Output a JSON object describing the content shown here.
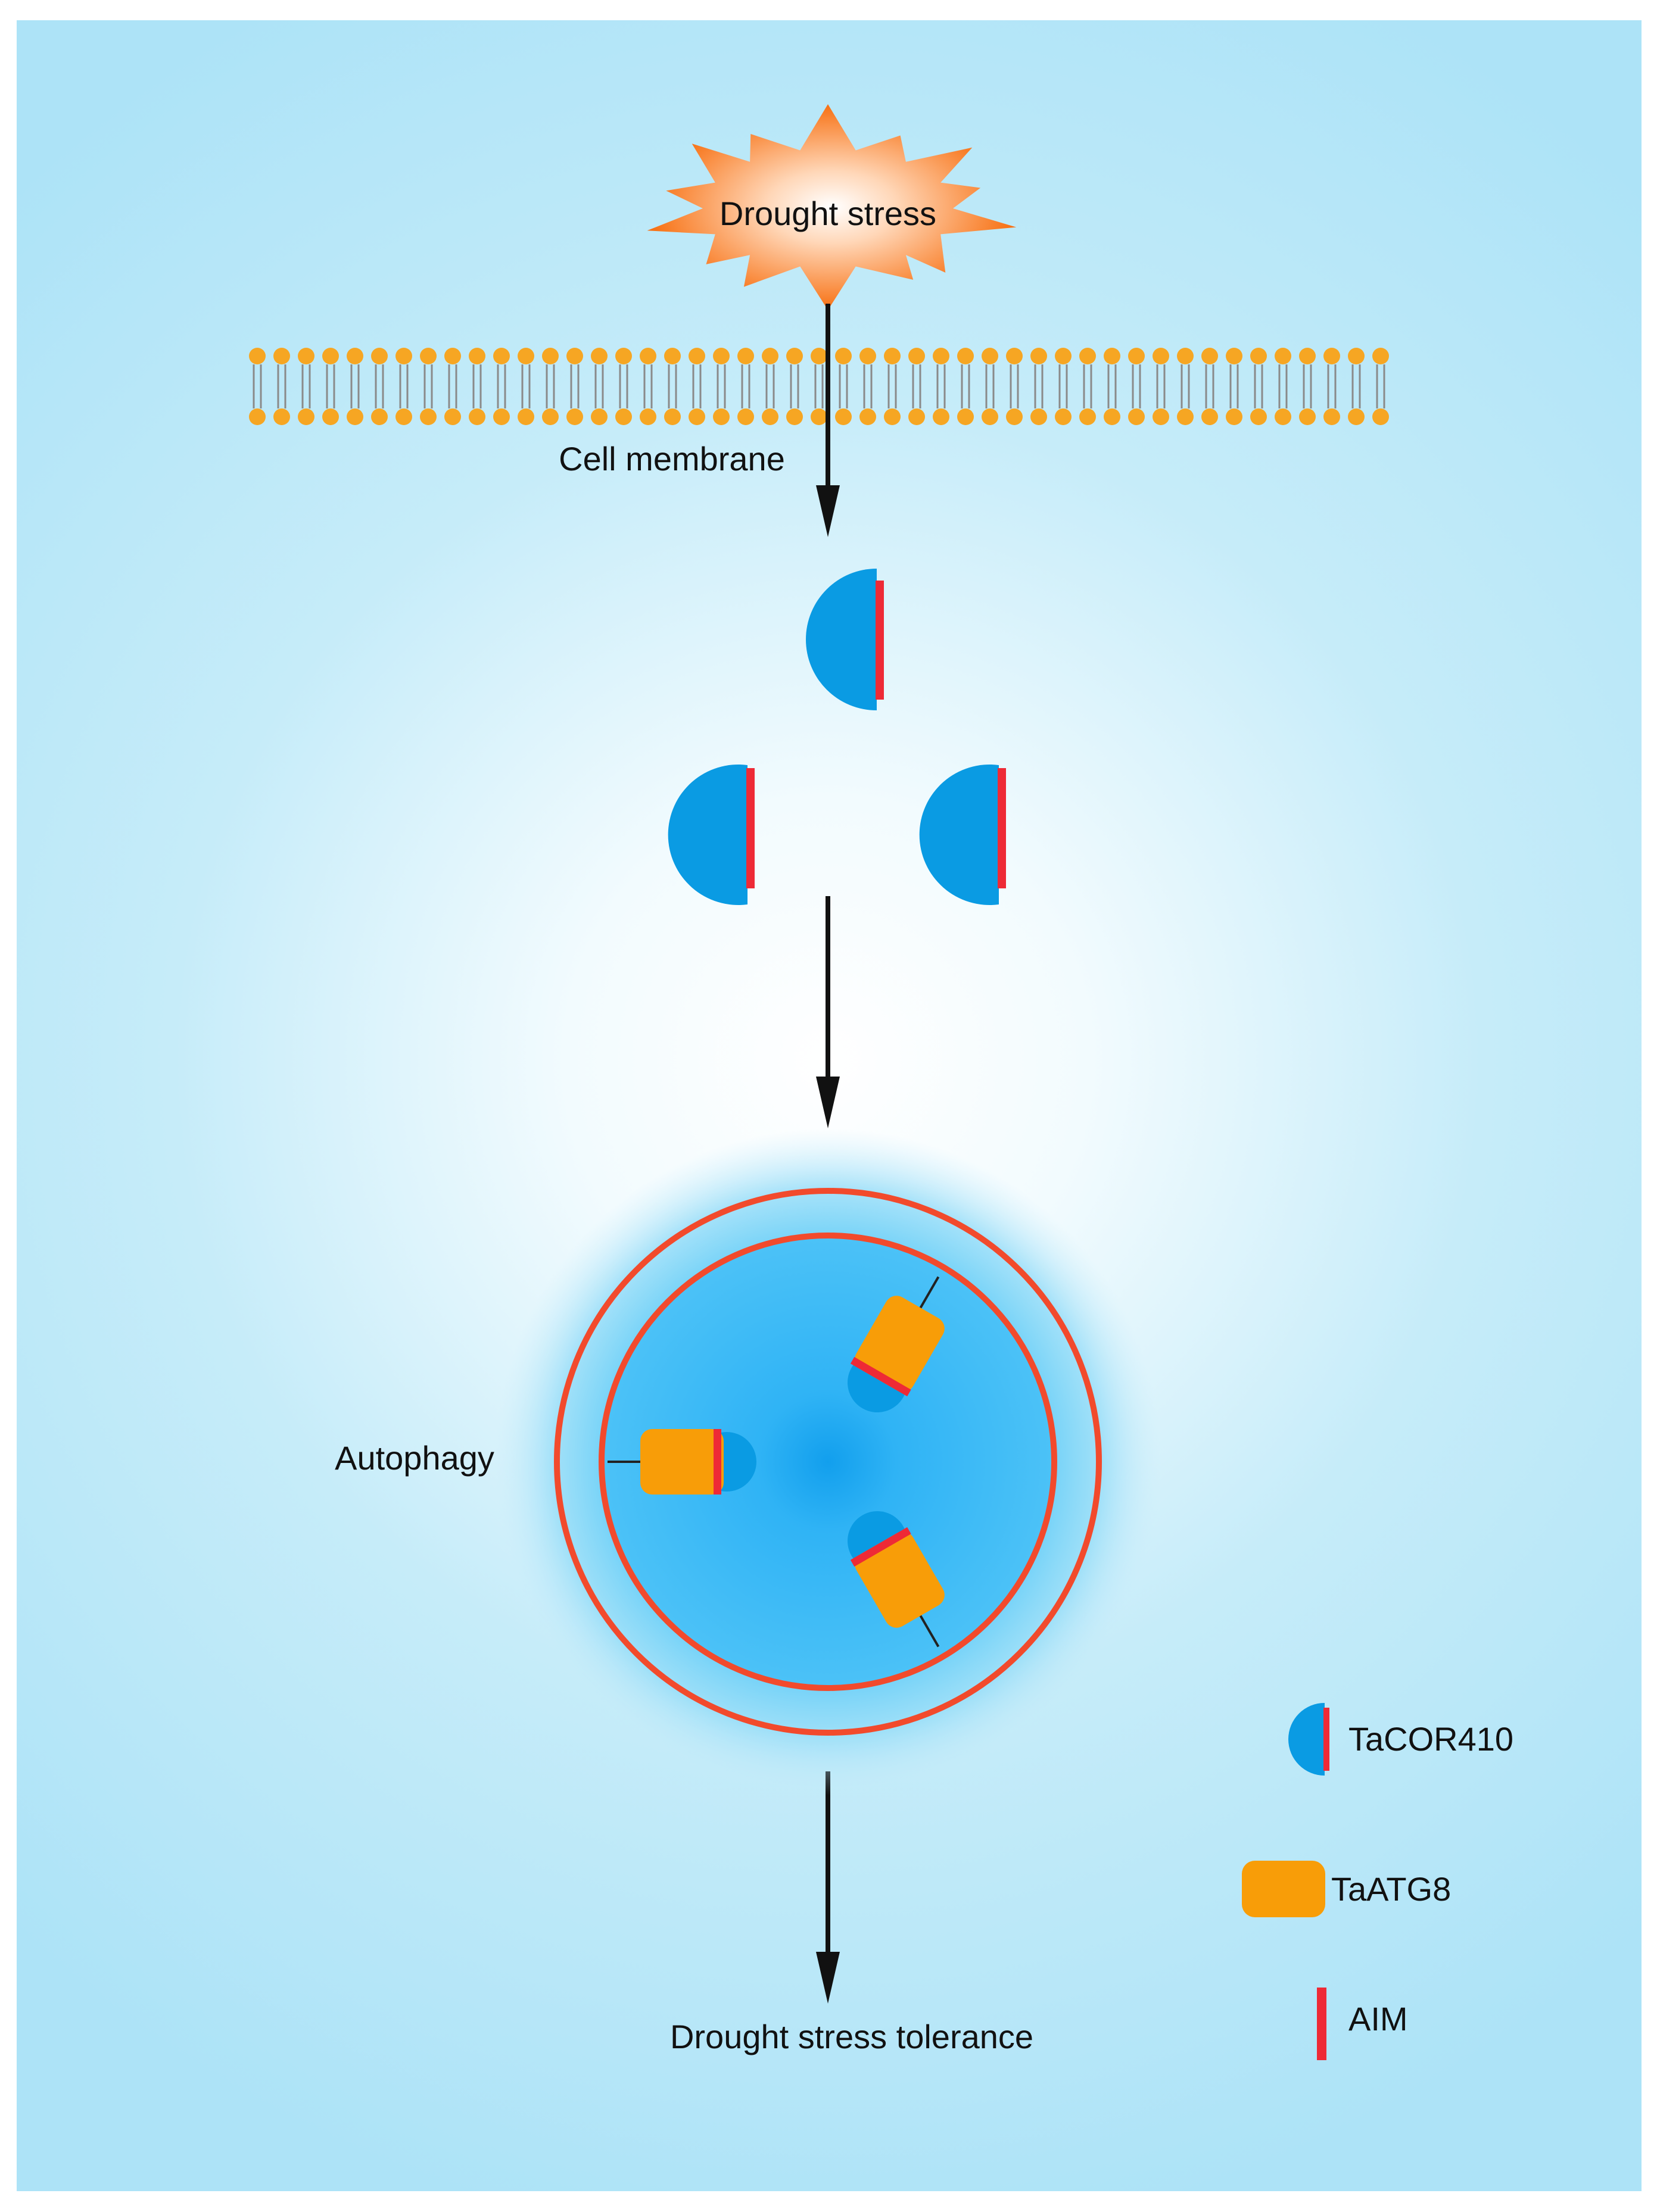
{
  "stimulus": {
    "label": "Drought stress"
  },
  "membrane": {
    "label": "Cell membrane"
  },
  "process": {
    "label": "Autophagy"
  },
  "outcome": {
    "label": "Drought stress tolerance"
  },
  "legend": {
    "cor410": "TaCOR410",
    "atg8": "TaATG8",
    "aim": "AIM"
  },
  "colors": {
    "cor410": "#0a9be3",
    "atg8": "#f89d08",
    "aim": "#ee2a36",
    "lipid": "#f6a623",
    "ring": "#f24a2c",
    "arrow": "#111111",
    "background": "#b6e6f8"
  }
}
